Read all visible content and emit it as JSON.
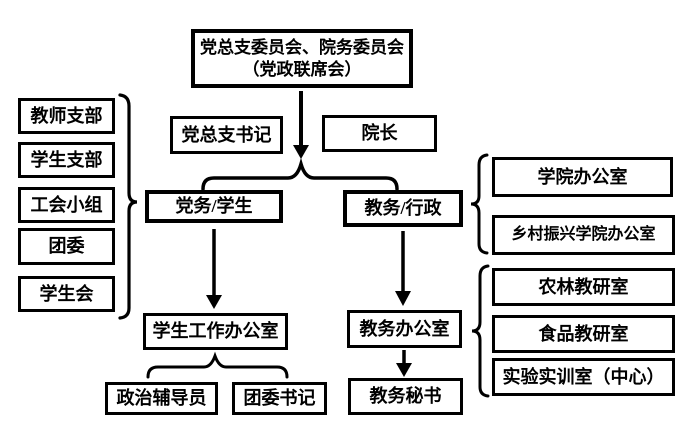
{
  "diagram": {
    "background": "#ffffff",
    "line_color": "#000000",
    "box_fill": "#ffffff",
    "nodes": {
      "joint_committee": {
        "line1": "党总支委员会、院务委员会",
        "line2": "（党政联席会）"
      },
      "party_secretary": "党总支书记",
      "dean": "院长",
      "party_student": "党务/学生",
      "academic_admin": "教务/行政",
      "left_group": [
        "教师支部",
        "学生支部",
        "工会小组",
        "团委",
        "学生会"
      ],
      "student_office": "学生工作办公室",
      "counselor": "政治辅导员",
      "league_secretary": "团委书记",
      "academic_office": "教务办公室",
      "academic_secretary": "教务秘书",
      "admin_offices": [
        "学院办公室",
        "乡村振兴学院办公室"
      ],
      "teaching_offices": [
        "农林教研室",
        "食品教研室",
        "实验实训室（中心）"
      ]
    }
  }
}
